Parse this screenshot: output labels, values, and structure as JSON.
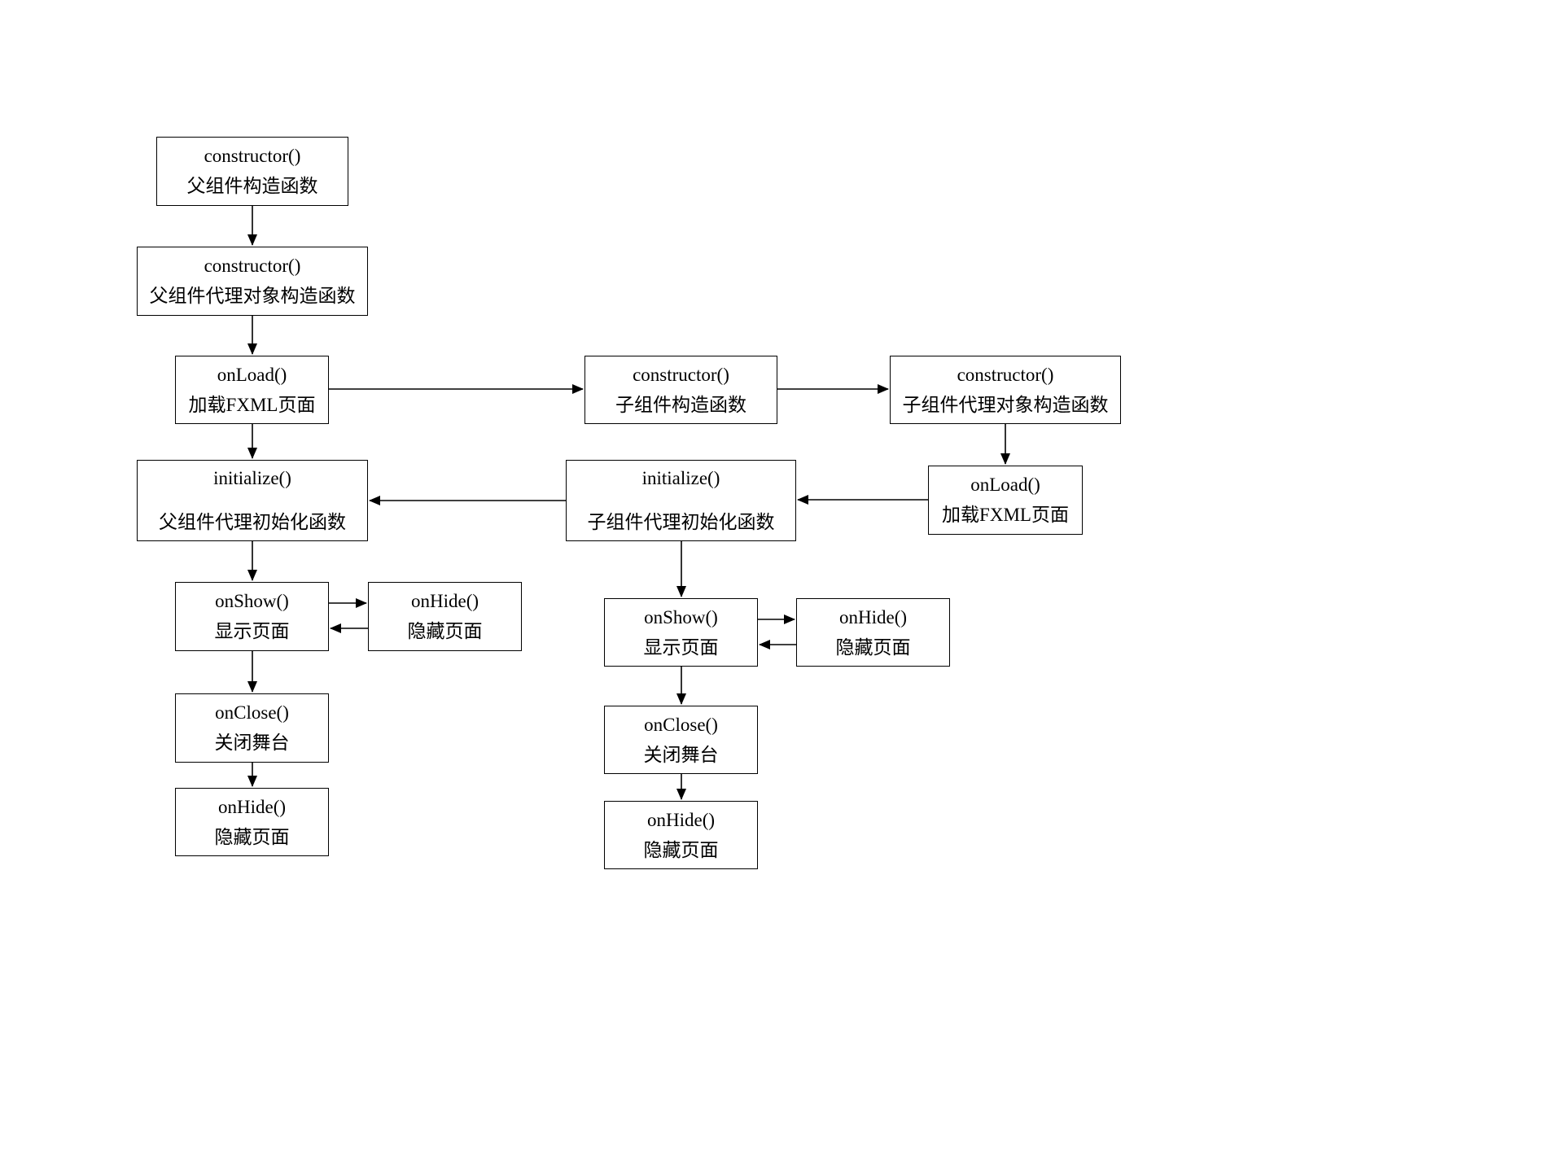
{
  "diagram": {
    "type": "flowchart",
    "description": "Parent/child component lifecycle flow",
    "nodes": [
      {
        "id": "parent-constructor",
        "title": "constructor()",
        "subtitle": "父组件构造函数"
      },
      {
        "id": "parent-proxy-constructor",
        "title": "constructor()",
        "subtitle": "父组件代理对象构造函数"
      },
      {
        "id": "parent-onload",
        "title": "onLoad()",
        "subtitle": "加载FXML页面"
      },
      {
        "id": "child-constructor",
        "title": "constructor()",
        "subtitle": "子组件构造函数"
      },
      {
        "id": "child-proxy-constructor",
        "title": "constructor()",
        "subtitle": "子组件代理对象构造函数"
      },
      {
        "id": "child-onload",
        "title": "onLoad()",
        "subtitle": "加载FXML页面"
      },
      {
        "id": "parent-initialize",
        "title": "initialize()",
        "subtitle": "父组件代理初始化函数"
      },
      {
        "id": "child-initialize",
        "title": "initialize()",
        "subtitle": "子组件代理初始化函数"
      },
      {
        "id": "parent-onshow",
        "title": "onShow()",
        "subtitle": "显示页面"
      },
      {
        "id": "parent-onhide-toggle",
        "title": "onHide()",
        "subtitle": "隐藏页面"
      },
      {
        "id": "child-onshow",
        "title": "onShow()",
        "subtitle": "显示页面"
      },
      {
        "id": "child-onhide-toggle",
        "title": "onHide()",
        "subtitle": "隐藏页面"
      },
      {
        "id": "parent-onclose",
        "title": "onClose()",
        "subtitle": "关闭舞台"
      },
      {
        "id": "child-onclose",
        "title": "onClose()",
        "subtitle": "关闭舞台"
      },
      {
        "id": "parent-onhide-final",
        "title": "onHide()",
        "subtitle": "隐藏页面"
      },
      {
        "id": "child-onhide-final",
        "title": "onHide()",
        "subtitle": "隐藏页面"
      }
    ],
    "edges": [
      "parent-constructor -> parent-proxy-constructor",
      "parent-proxy-constructor -> parent-onload",
      "parent-onload -> child-constructor",
      "child-constructor -> child-proxy-constructor",
      "child-proxy-constructor -> child-onload",
      "child-onload -> child-initialize",
      "child-initialize -> parent-initialize",
      "parent-onload -> parent-initialize",
      "parent-initialize -> parent-onshow",
      "parent-onshow -> parent-onhide-toggle",
      "parent-onhide-toggle -> parent-onshow",
      "child-initialize -> child-onshow",
      "child-onshow -> child-onhide-toggle",
      "child-onhide-toggle -> child-onshow",
      "parent-onshow -> parent-onclose",
      "parent-onclose -> parent-onhide-final",
      "child-onshow -> child-onclose",
      "child-onclose -> child-onhide-final"
    ],
    "colors": {
      "stroke": "#000000",
      "fill": "#ffffff",
      "text": "#000000"
    }
  }
}
